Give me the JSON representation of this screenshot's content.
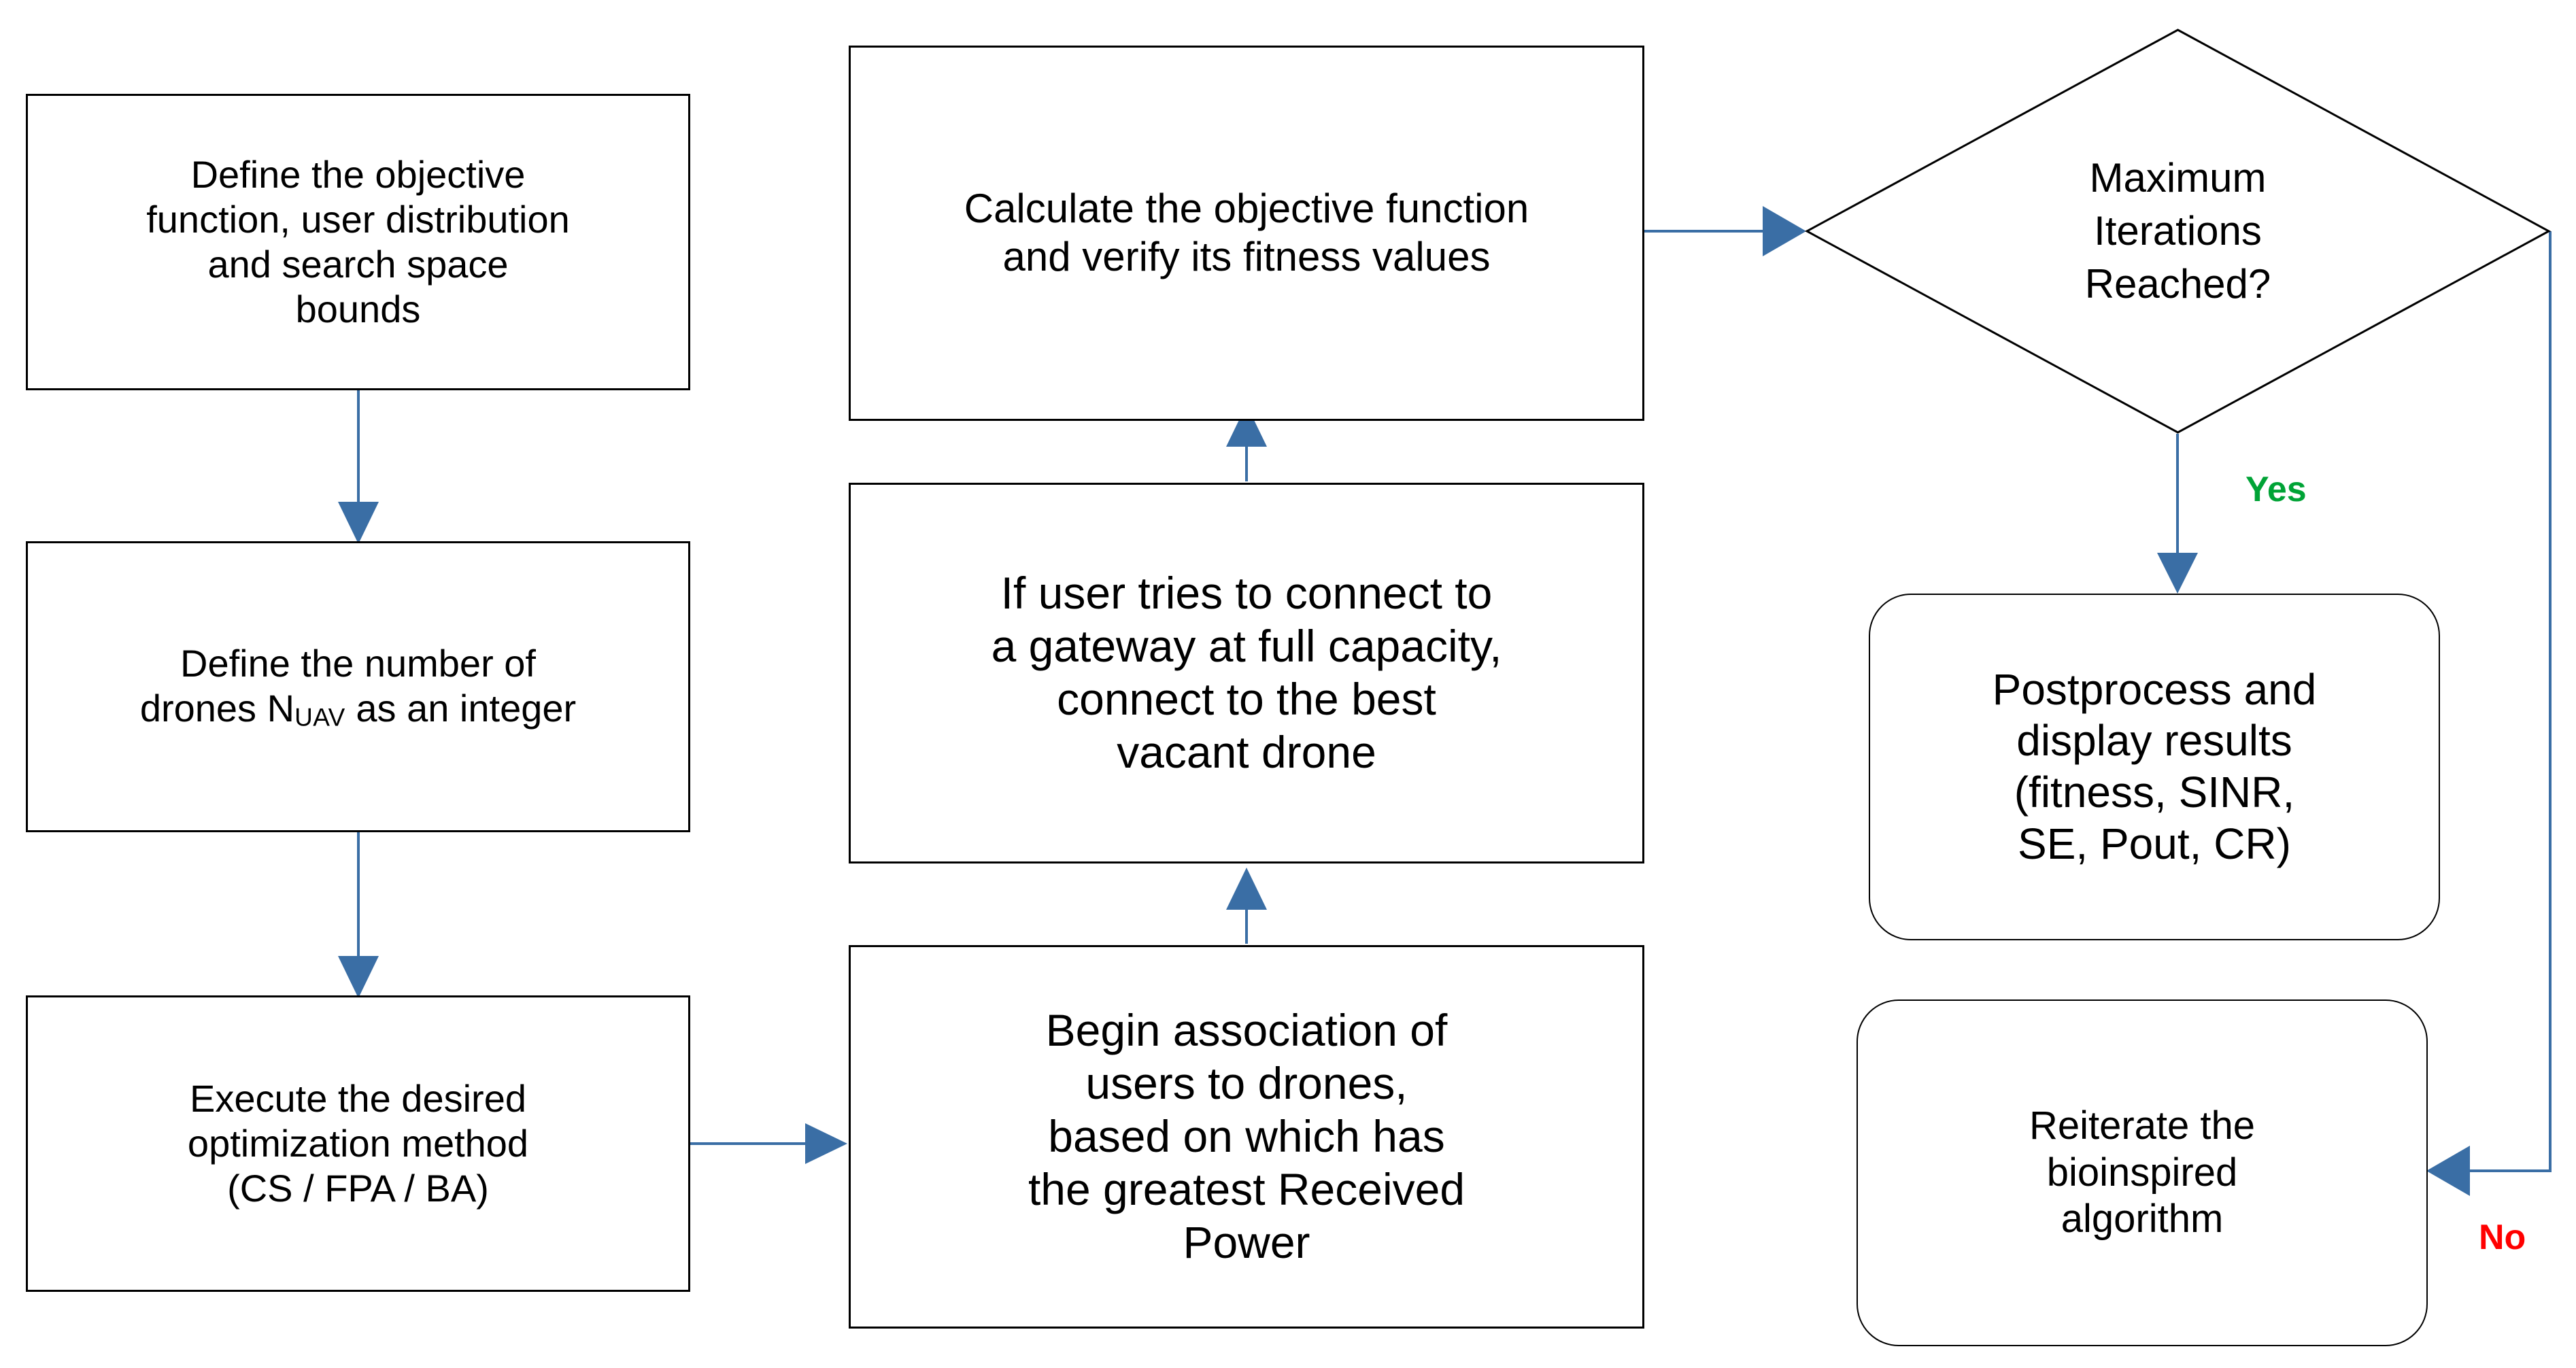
{
  "diagram": {
    "title": "Bioinspired UAV placement optimization flowchart",
    "type": "flowchart",
    "background_color": "#ffffff",
    "node_border_color": "#000000",
    "edge_color": "#3a6ea5",
    "arrow_fill_color": "#3a6ea5"
  },
  "nodes": {
    "define_objective": {
      "shape": "rectangle",
      "text": "Define the objective\nfunction, user distribution\nand search space\nbounds"
    },
    "define_drones": {
      "shape": "rectangle",
      "text_before": "Define the number of\ndrones N",
      "subscript": "UAV",
      "text_after": " as an integer"
    },
    "execute_method": {
      "shape": "rectangle",
      "text": "Execute the desired\noptimization method\n(CS / FPA / BA)"
    },
    "begin_association": {
      "shape": "rectangle",
      "text": "Begin association of\nusers to drones,\nbased on which has\nthe greatest Received\nPower"
    },
    "full_capacity": {
      "shape": "rectangle",
      "text": "If user tries to connect to\na gateway at full capacity,\nconnect to the best\nvacant drone"
    },
    "calculate_objective": {
      "shape": "rectangle",
      "text": "Calculate the objective function\nand verify its fitness values"
    },
    "max_iterations": {
      "shape": "diamond",
      "text": "Maximum\nIterations\nReached?"
    },
    "postprocess": {
      "shape": "rounded-rectangle",
      "text": "Postprocess and\ndisplay results\n(fitness, SINR,\nSE, Pout, CR)"
    },
    "reiterate": {
      "shape": "rounded-rectangle",
      "text": "Reiterate the\nbioinspired\nalgorithm"
    }
  },
  "edge_labels": {
    "yes": {
      "text": "Yes",
      "color": "#00a336"
    },
    "no": {
      "text": "No",
      "color": "#ff0000"
    }
  },
  "edges": [
    {
      "from": "define_objective",
      "to": "define_drones",
      "label": ""
    },
    {
      "from": "define_drones",
      "to": "execute_method",
      "label": ""
    },
    {
      "from": "execute_method",
      "to": "begin_association",
      "label": ""
    },
    {
      "from": "begin_association",
      "to": "full_capacity",
      "label": ""
    },
    {
      "from": "full_capacity",
      "to": "calculate_objective",
      "label": ""
    },
    {
      "from": "calculate_objective",
      "to": "max_iterations",
      "label": ""
    },
    {
      "from": "max_iterations",
      "to": "postprocess",
      "label": "Yes"
    },
    {
      "from": "max_iterations",
      "to": "reiterate",
      "label": "No"
    }
  ]
}
